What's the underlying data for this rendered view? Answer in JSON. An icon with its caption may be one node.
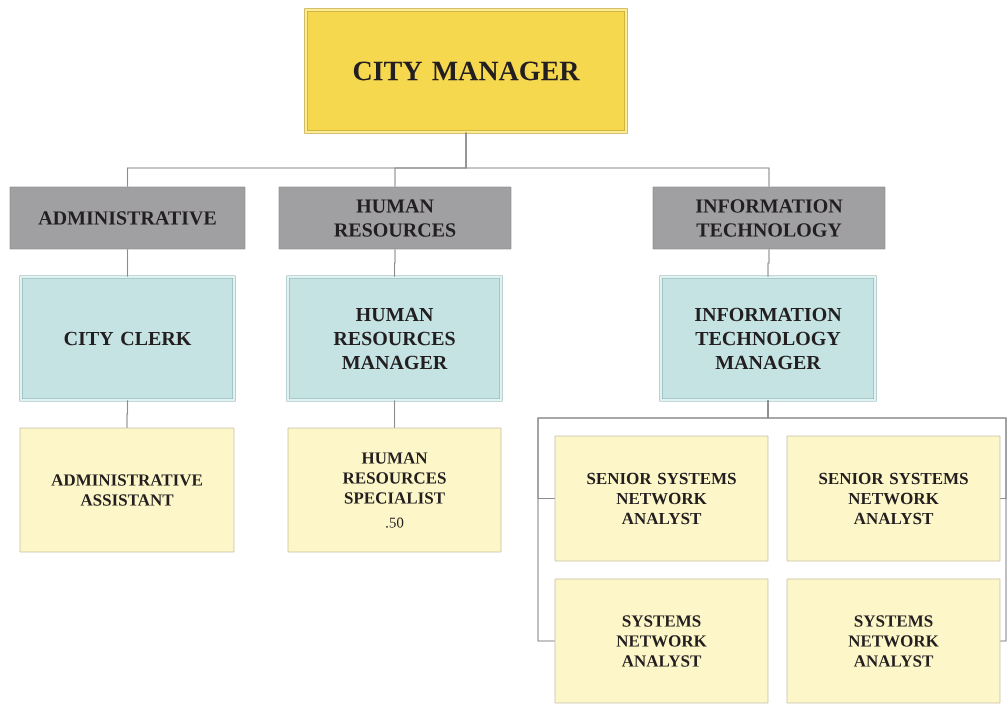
{
  "diagram": {
    "nodes": [
      {
        "text": [
          "CITY MANAGER"
        ]
      },
      {
        "text": [
          "ADMINISTRATIVE"
        ]
      },
      {
        "text": [
          "HUMAN RESOURCES"
        ]
      },
      {
        "text": [
          "INFORMATION TECHNOLOGY"
        ]
      },
      {
        "text": [
          "CITY CLERK"
        ]
      },
      {
        "text": [
          "HUMAN RESOURCES MANAGER"
        ]
      },
      {
        "text": [
          "INFORMATION TECHNOLOGY MANAGER"
        ]
      },
      {
        "text": [
          "ADMINISTRATIVE ASSISTANT"
        ]
      },
      {
        "text": [
          "HUMAN RESOURCES SPECIALIST",
          ".50"
        ]
      },
      {
        "text": [
          "SENIOR SYSTEMS NETWORK ANALYST"
        ]
      },
      {
        "text": [
          "SENIOR SYSTEMS NETWORK ANALYST"
        ]
      },
      {
        "text": [
          "SYSTEMS NETWORK ANALYST"
        ]
      },
      {
        "text": [
          "SYSTEMS NETWORK ANALYST"
        ]
      }
    ],
    "edges": [
      {
        "from": 0,
        "to": 1,
        "arrow": "none"
      },
      {
        "from": 0,
        "to": 2,
        "arrow": "none"
      },
      {
        "from": 0,
        "to": 3,
        "arrow": "none"
      },
      {
        "from": 1,
        "to": 4,
        "arrow": "none"
      },
      {
        "from": 4,
        "to": 7,
        "arrow": "none"
      },
      {
        "from": 2,
        "to": 5,
        "arrow": "none"
      },
      {
        "from": 5,
        "to": 8,
        "arrow": "none"
      },
      {
        "from": 3,
        "to": 6,
        "arrow": "none"
      },
      {
        "from": 6,
        "to": 9,
        "arrow": "none"
      },
      {
        "from": 6,
        "to": 10,
        "arrow": "none"
      },
      {
        "from": 6,
        "to": 11,
        "arrow": "none"
      },
      {
        "from": 6,
        "to": 12,
        "arrow": "none"
      }
    ]
  }
}
